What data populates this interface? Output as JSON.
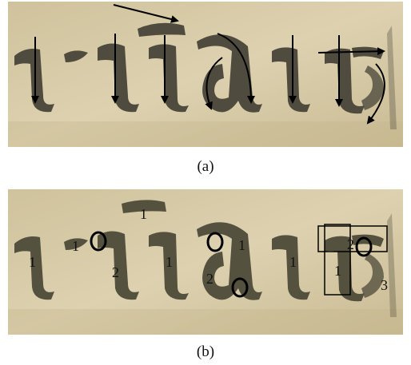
{
  "captions": {
    "a": "(a)",
    "b": "(b)"
  },
  "panel_b": {
    "labels": [
      {
        "id": "hairline-1",
        "text": "1"
      },
      {
        "id": "stroke-a-1",
        "text": "1"
      },
      {
        "id": "stroke-b-1",
        "text": "1"
      },
      {
        "id": "stroke-b-2",
        "text": "2"
      },
      {
        "id": "stroke-c-1",
        "text": "1"
      },
      {
        "id": "stroke-d-1",
        "text": "1"
      },
      {
        "id": "stroke-d-2",
        "text": "2"
      },
      {
        "id": "stroke-e-1",
        "text": "1"
      },
      {
        "id": "stroke-f-1",
        "text": "1"
      },
      {
        "id": "stroke-f-2",
        "text": "2"
      },
      {
        "id": "stroke-f-3",
        "text": "3"
      }
    ]
  },
  "colors": {
    "parchment": "#d6c9a6",
    "ink": "#4d4a3e",
    "annotation": "#000000"
  }
}
